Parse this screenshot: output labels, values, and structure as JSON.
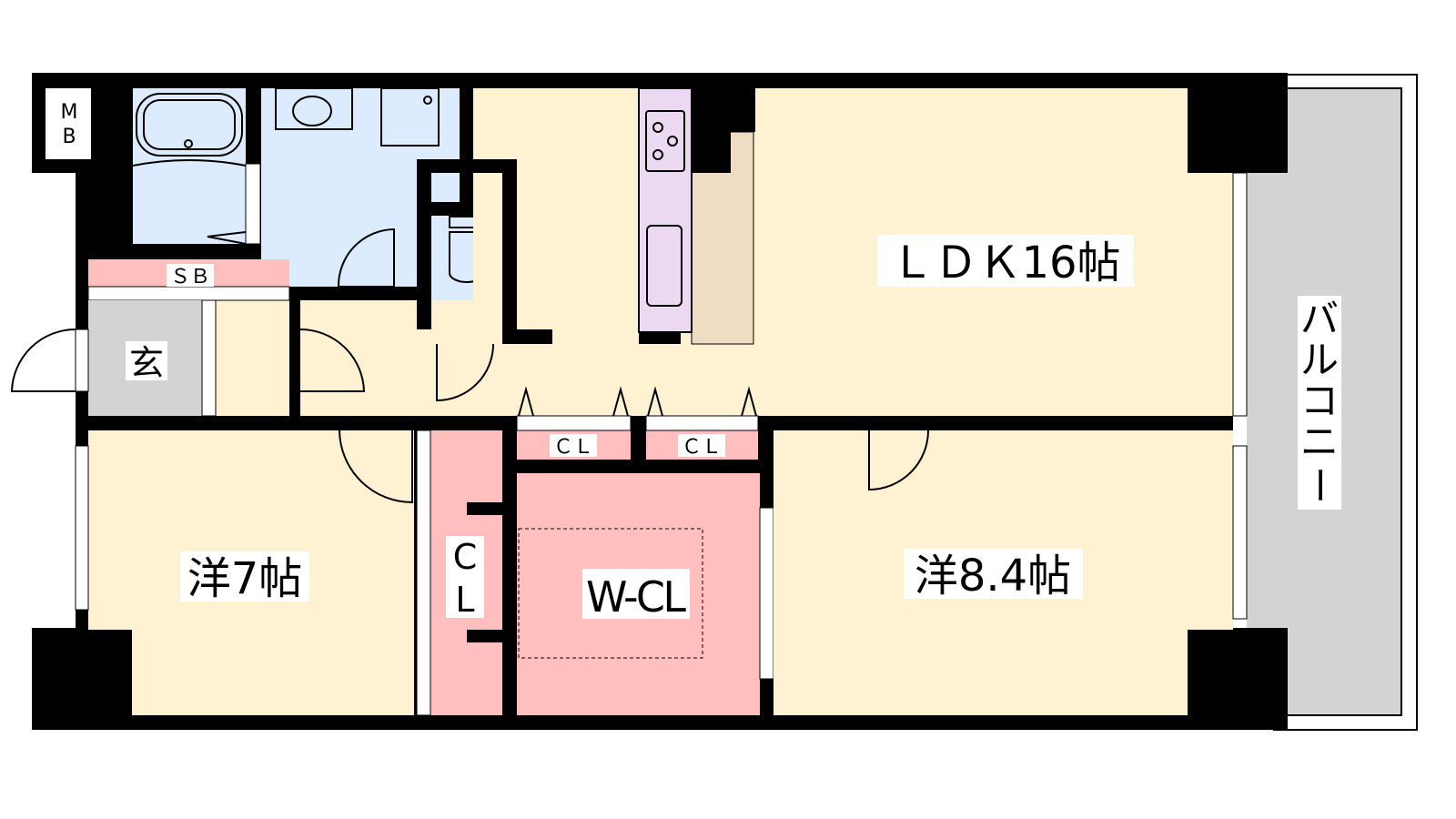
{
  "colors": {
    "wall": "#000000",
    "living": "#fff2d2",
    "wet": "#dcebfd",
    "storage": "#ffbfbf",
    "entrance": "#d3d3d3",
    "kitchen": "#ead9f1",
    "kitchen_floor": "#eeddc2",
    "balcony": "#d3d3d3"
  },
  "rooms": {
    "mb": "M B",
    "sb": "ＳＢ",
    "genkan": "玄",
    "ldk": "ＬＤＫ16帖",
    "western_7": "洋7帖",
    "western_84": "洋8.4帖",
    "cl_tall_1": "C",
    "cl_tall_2": "L",
    "cl_small_1": "ＣＬ",
    "cl_small_2": "ＣＬ",
    "wcl": "W-CL",
    "balcony": [
      "バ",
      "ル",
      "コ",
      "ニ",
      "ー"
    ]
  }
}
